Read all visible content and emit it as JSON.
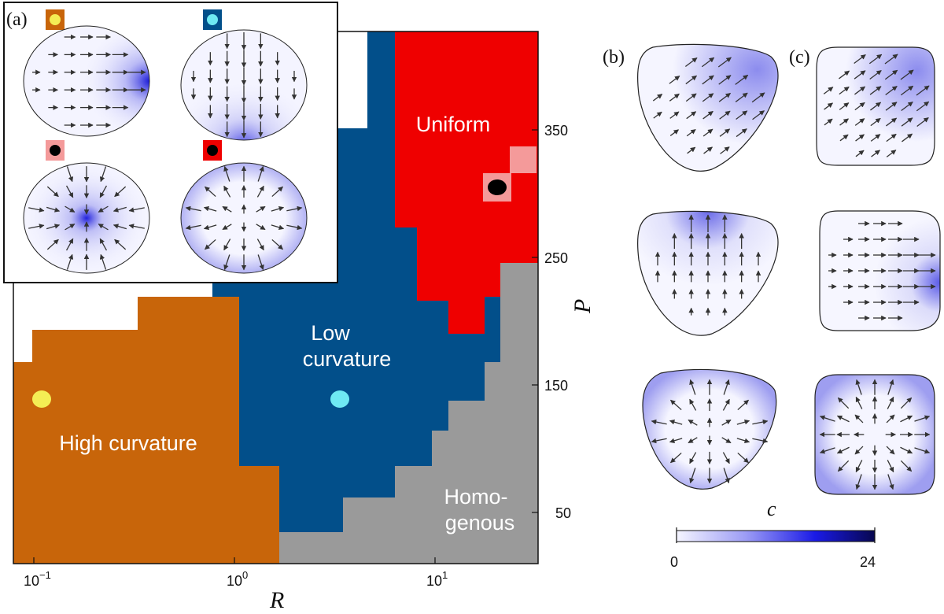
{
  "panels": {
    "a": "(a)",
    "b": "(b)",
    "c": "(c)"
  },
  "axes": {
    "x_title": "R",
    "y_title": "P",
    "x_ticks": [
      {
        "base": "10",
        "exp": "−1"
      },
      {
        "base": "10",
        "exp": "0"
      },
      {
        "base": "10",
        "exp": "1"
      }
    ],
    "y_ticks": [
      "350",
      "250",
      "150",
      "50"
    ]
  },
  "regions": {
    "uniform": "Uniform",
    "low_curvature": [
      "Low",
      "curvature"
    ],
    "high_curvature": "High curvature",
    "homogenous": [
      "Homo-",
      "genous"
    ]
  },
  "colors": {
    "high_curvature": "#c8650a",
    "low_curvature": "#024f8a",
    "uniform": "#ef0000",
    "homogenous": "#9a9a9a",
    "marker_yellow": "#f4ee54",
    "marker_cyan": "#6fe9f3",
    "marker_pink": "#f49a9a",
    "marker_black": "#000000",
    "colormap_low": "#f5f5ff",
    "colormap_high": "#07074f"
  },
  "colorbar": {
    "label": "c",
    "min": "0",
    "max": "24"
  }
}
